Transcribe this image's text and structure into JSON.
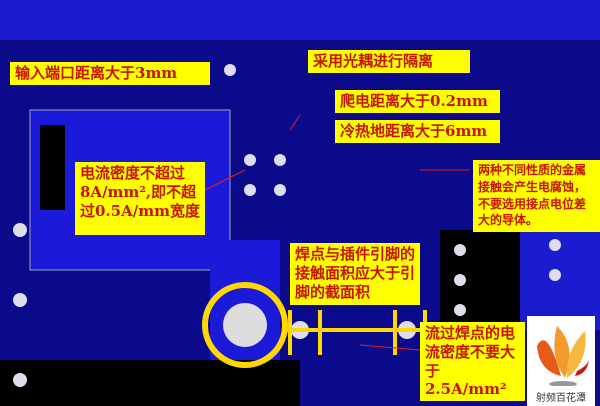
{
  "labels": {
    "input_port": "输入端口距离大于3mm",
    "optocoupler": "采用光耦进行隔离",
    "creepage": "爬电距离大于0.2mm",
    "hot_cold_ground": "冷热地距离大于6mm",
    "current_density": "电流密度不超过8A/mm²,即不超过0.5A/mm宽度",
    "metal_contact": "两种不同性质的金属接触会产生电腐蚀，不要选用接点电位差大的导体。",
    "solder_area": "焊点与插件引脚的接触面积应大于引脚的截面积",
    "solder_current": "流过焊点的电流密度不要大于2.5A/mm²"
  },
  "logo": {
    "text": "射频百花潭"
  },
  "colors": {
    "board": "#0a0a8a",
    "label_bg": "#ffff00",
    "label_text": "#c81400"
  }
}
